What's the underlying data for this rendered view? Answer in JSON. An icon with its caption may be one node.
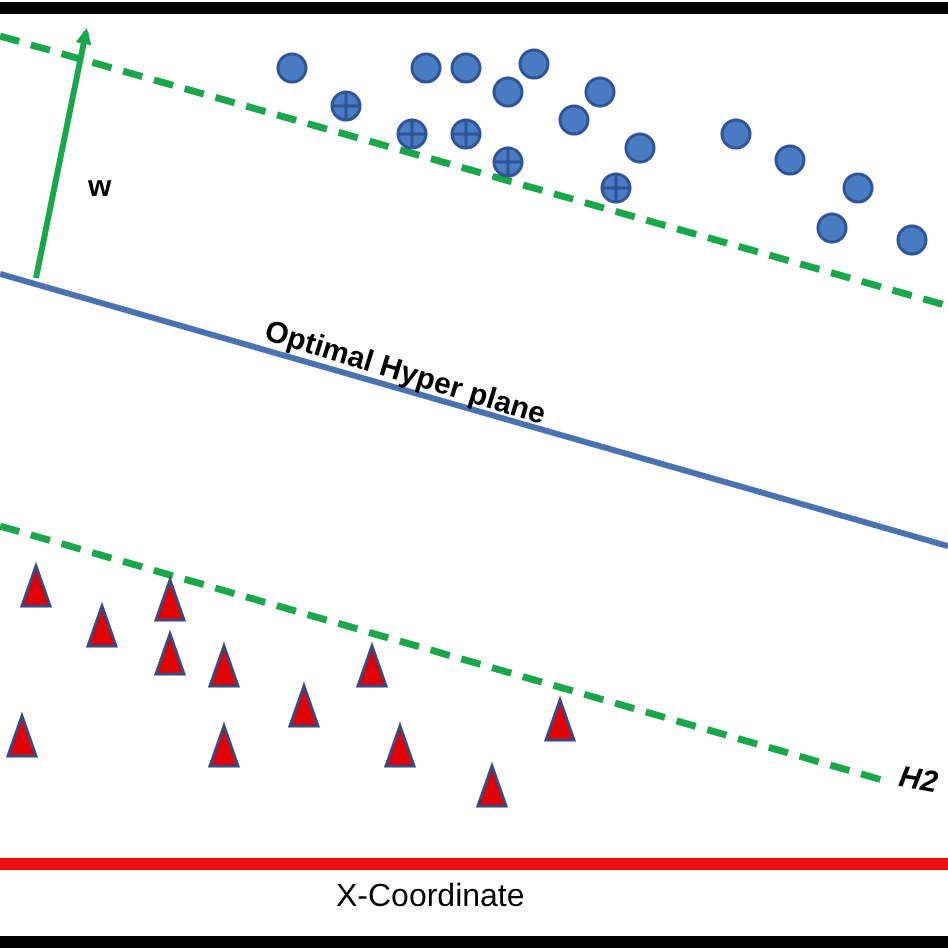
{
  "diagram": {
    "labels": [
      "w",
      "Optimal Hyper plane",
      "H2",
      "X-Coordinate"
    ]
  }
}
